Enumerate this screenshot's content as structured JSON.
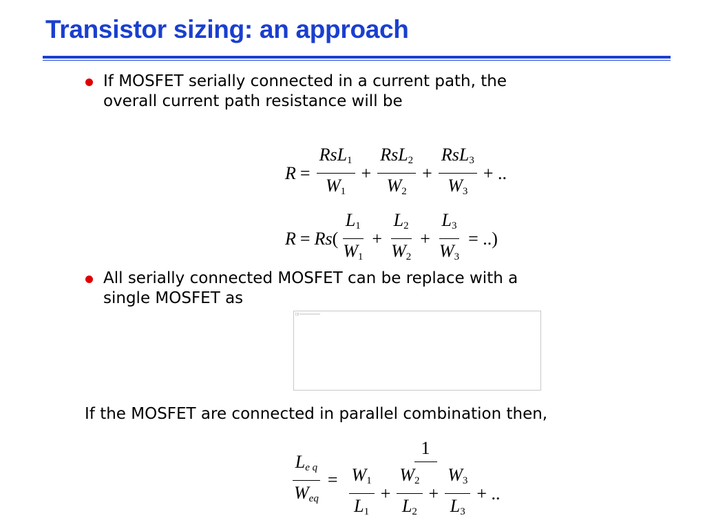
{
  "slide": {
    "title": "Transistor sizing: an approach",
    "accent_color": "#1a3fcf",
    "bullet_color": "#e00000"
  },
  "bullets": [
    {
      "line1": "If MOSFET serially connected in a current path, the",
      "line2": "overall current path resistance will be"
    },
    {
      "line1": "All serially connected MOSFET can be replace with a",
      "line2": "single MOSFET as"
    }
  ],
  "eq1": {
    "lhs": "R",
    "eq": "=",
    "terms": [
      {
        "num": "RsL",
        "num_sub": "1",
        "den": "W",
        "den_sub": "1"
      },
      {
        "num": "RsL",
        "num_sub": "2",
        "den": "W",
        "den_sub": "2"
      },
      {
        "num": "RsL",
        "num_sub": "3",
        "den": "W",
        "den_sub": "3"
      }
    ],
    "plus": "+",
    "tail": "+ .."
  },
  "eq2": {
    "lhs": "R",
    "eq": "=",
    "prefix": "Rs",
    "open": "(",
    "terms": [
      {
        "num": "L",
        "num_sub": "1",
        "den": "W",
        "den_sub": "1"
      },
      {
        "num": "L",
        "num_sub": "2",
        "den": "W",
        "den_sub": "2"
      },
      {
        "num": "L",
        "num_sub": "3",
        "den": "W",
        "den_sub": "3"
      }
    ],
    "plus": "+",
    "tail": "= ..)"
  },
  "parallel_text": "If the MOSFET are connected in parallel combination then,",
  "eq3": {
    "lhs_num": "L",
    "lhs_num_sub": "e q",
    "lhs_den": "W",
    "lhs_den_sub": "eq",
    "eq": "=",
    "rhs_num": "1",
    "terms": [
      {
        "num": "W",
        "num_sub": "1",
        "den": "L",
        "den_sub": "1"
      },
      {
        "num": "W",
        "num_sub": "2",
        "den": "L",
        "den_sub": "2"
      },
      {
        "num": "W",
        "num_sub": "3",
        "den": "L",
        "den_sub": "3"
      }
    ],
    "plus": "+",
    "tail": "+ .."
  }
}
